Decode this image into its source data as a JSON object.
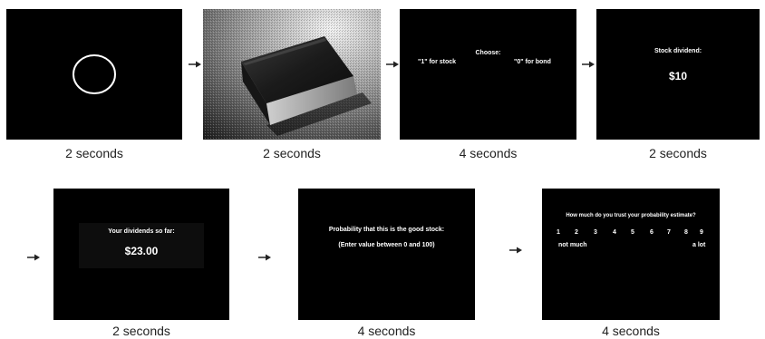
{
  "trial_sequence": {
    "screens": [
      {
        "id": "fixation",
        "duration": "2 seconds"
      },
      {
        "id": "book-image",
        "duration": "2 seconds"
      },
      {
        "id": "choice",
        "duration": "4 seconds",
        "heading": "Choose:",
        "option_stock": "\"1\" for stock",
        "option_bond": "\"0\" for bond"
      },
      {
        "id": "dividend",
        "duration": "2 seconds",
        "heading": "Stock dividend:",
        "amount": "$10"
      },
      {
        "id": "total",
        "duration": "2 seconds",
        "heading": "Your dividends so far:",
        "amount": "$23.00"
      },
      {
        "id": "probability",
        "duration": "4 seconds",
        "question": "Probability that this is the good stock:",
        "instruction": "(Enter value between 0 and 100)"
      },
      {
        "id": "trust",
        "duration": "4 seconds",
        "question": "How much do you trust your probability estimate?",
        "scale": [
          "1",
          "2",
          "3",
          "4",
          "5",
          "6",
          "7",
          "8",
          "9"
        ],
        "low_anchor": "not much",
        "high_anchor": "a lot"
      }
    ]
  },
  "colors": {
    "screen_background": "#000000",
    "stimulus_text": "#ffffff",
    "caption_text": "#222222",
    "arrow": "#222222"
  }
}
